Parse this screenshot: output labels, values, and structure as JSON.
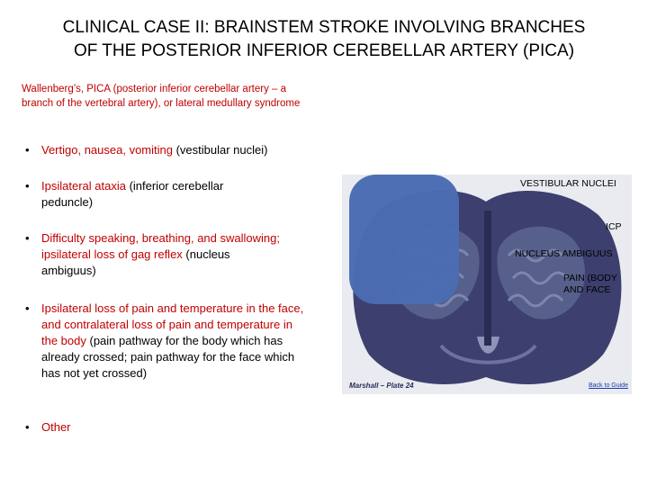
{
  "title_line1": "CLINICAL CASE II:  BRAINSTEM STROKE INVOLVING BRANCHES",
  "title_line2": "OF THE POSTERIOR INFERIOR CEREBELLAR ARTERY (PICA)",
  "intro": "Wallenberg’s, PICA (posterior inferior cerebellar artery – a branch of the vertebral artery), or lateral medullary syndrome",
  "bullet_char": "•",
  "bullets": [
    {
      "red": "Vertigo, nausea, vomiting",
      "black": " (vestibular nuclei)"
    },
    {
      "red": "Ipsilateral ataxia",
      "black": " (inferior cerebellar peduncle)"
    },
    {
      "red": "Difficulty speaking, breathing, and swallowing; ipsilateral loss of gag reflex",
      "black": " (nucleus ambiguus)"
    },
    {
      "red": "Ipsilateral loss of pain and temperature in the face, and contralateral loss of pain and temperature in the body",
      "black": " (pain pathway for the body which has already crossed; pain pathway for the face which has not yet crossed)"
    },
    {
      "red": "Other",
      "black": ""
    }
  ],
  "image_labels": {
    "vestibular": "VESTIBULAR NUCLEI",
    "icp": "ICP",
    "ambiguus": "NUCLEUS AMBIGUUS",
    "pain": "PAIN (BODY AND FACE"
  },
  "image_caption": "Marshall – Plate 24",
  "image_link": "Back to Guide",
  "colors": {
    "accent_red": "#c00000",
    "overlay_blue": "#4b6cb3",
    "tissue_dark": "#3d3f6e"
  }
}
